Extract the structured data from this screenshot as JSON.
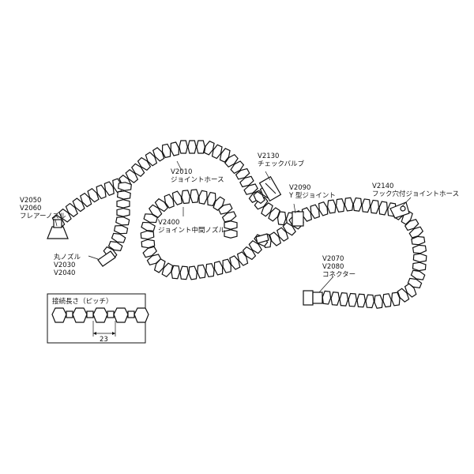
{
  "labels": {
    "flare_nozzle": [
      "V2050",
      "V2060",
      "フレアーノズル"
    ],
    "round_nozzle": [
      "丸ノズル",
      "V2030",
      "V2040"
    ],
    "joint_hose": [
      "V2010",
      "ジョイントホース"
    ],
    "mid_nozzle": [
      "V2400",
      "ジョイント中間ノズル"
    ],
    "check_valve": [
      "V2130",
      "チェックバルブ"
    ],
    "y_joint": [
      "V2090",
      "Y 型ジョイント"
    ],
    "hook_hose": [
      "V2140",
      "フック穴付ジョイントホース"
    ],
    "connector": [
      "V2070",
      "V2080",
      "コネクター"
    ]
  },
  "inset": {
    "title": "接続長さ（ピッチ）",
    "pitch": "23"
  }
}
